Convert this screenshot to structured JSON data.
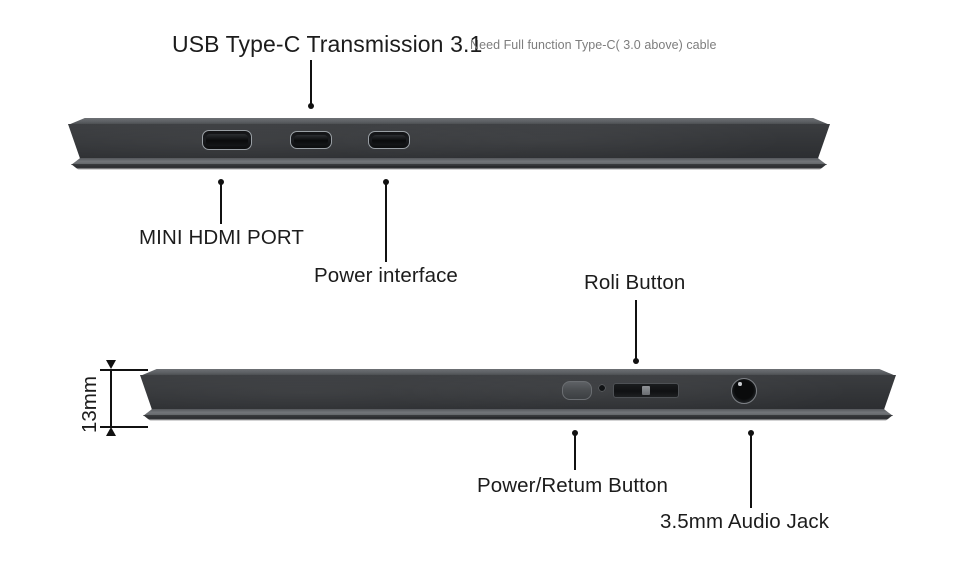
{
  "diagram": {
    "title": "USB Type-C Transmission 3.1",
    "subtitle": "Need Full function Type-C( 3.0 above) cable",
    "labels": {
      "mini_hdmi": "MINI HDMI PORT",
      "power_interface": "Power interface",
      "roll_button": "Roli Button",
      "power_return_button": "Power/Retum Button",
      "audio_jack": "3.5mm Audio Jack"
    },
    "dimension": {
      "thickness": "13mm"
    },
    "colors": {
      "body_dark": "#343639",
      "body_bevel": "#6e7175",
      "body_band": "#73767a",
      "leader_line": "#111111",
      "text": "#1c1c1c",
      "subtitle_text": "#7d7d7d",
      "port_rim": "#9aa0a5",
      "background": "#ffffff"
    },
    "views": {
      "top_edge_view": "top-edge-port-side",
      "bottom_edge_view": "bottom-edge-control-side"
    },
    "ports": {
      "mini_hdmi_count": 1,
      "usb_c_count": 2
    }
  }
}
